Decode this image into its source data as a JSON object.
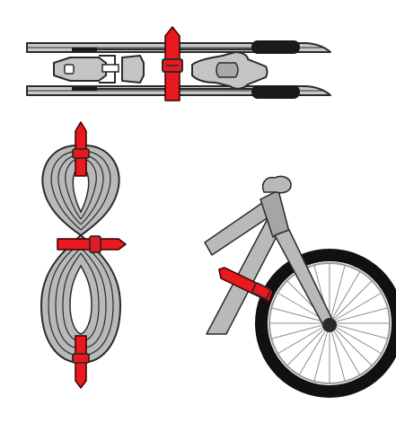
{
  "colors": {
    "strap": "#e8191f",
    "strap_outline": "#3a0000",
    "gray_fill": "#b9b9b9",
    "dark_gray": "#8e8e8e",
    "outline": "#2a2a2a",
    "tire": "#111111",
    "background": "#ffffff"
  },
  "illustrations": [
    {
      "name": "skis-and-poles",
      "icon": "skis-strapped-icon"
    },
    {
      "name": "coiled-rope",
      "icon": "rope-coil-icon"
    },
    {
      "name": "bicycle-frame",
      "icon": "bike-frame-icon"
    }
  ]
}
